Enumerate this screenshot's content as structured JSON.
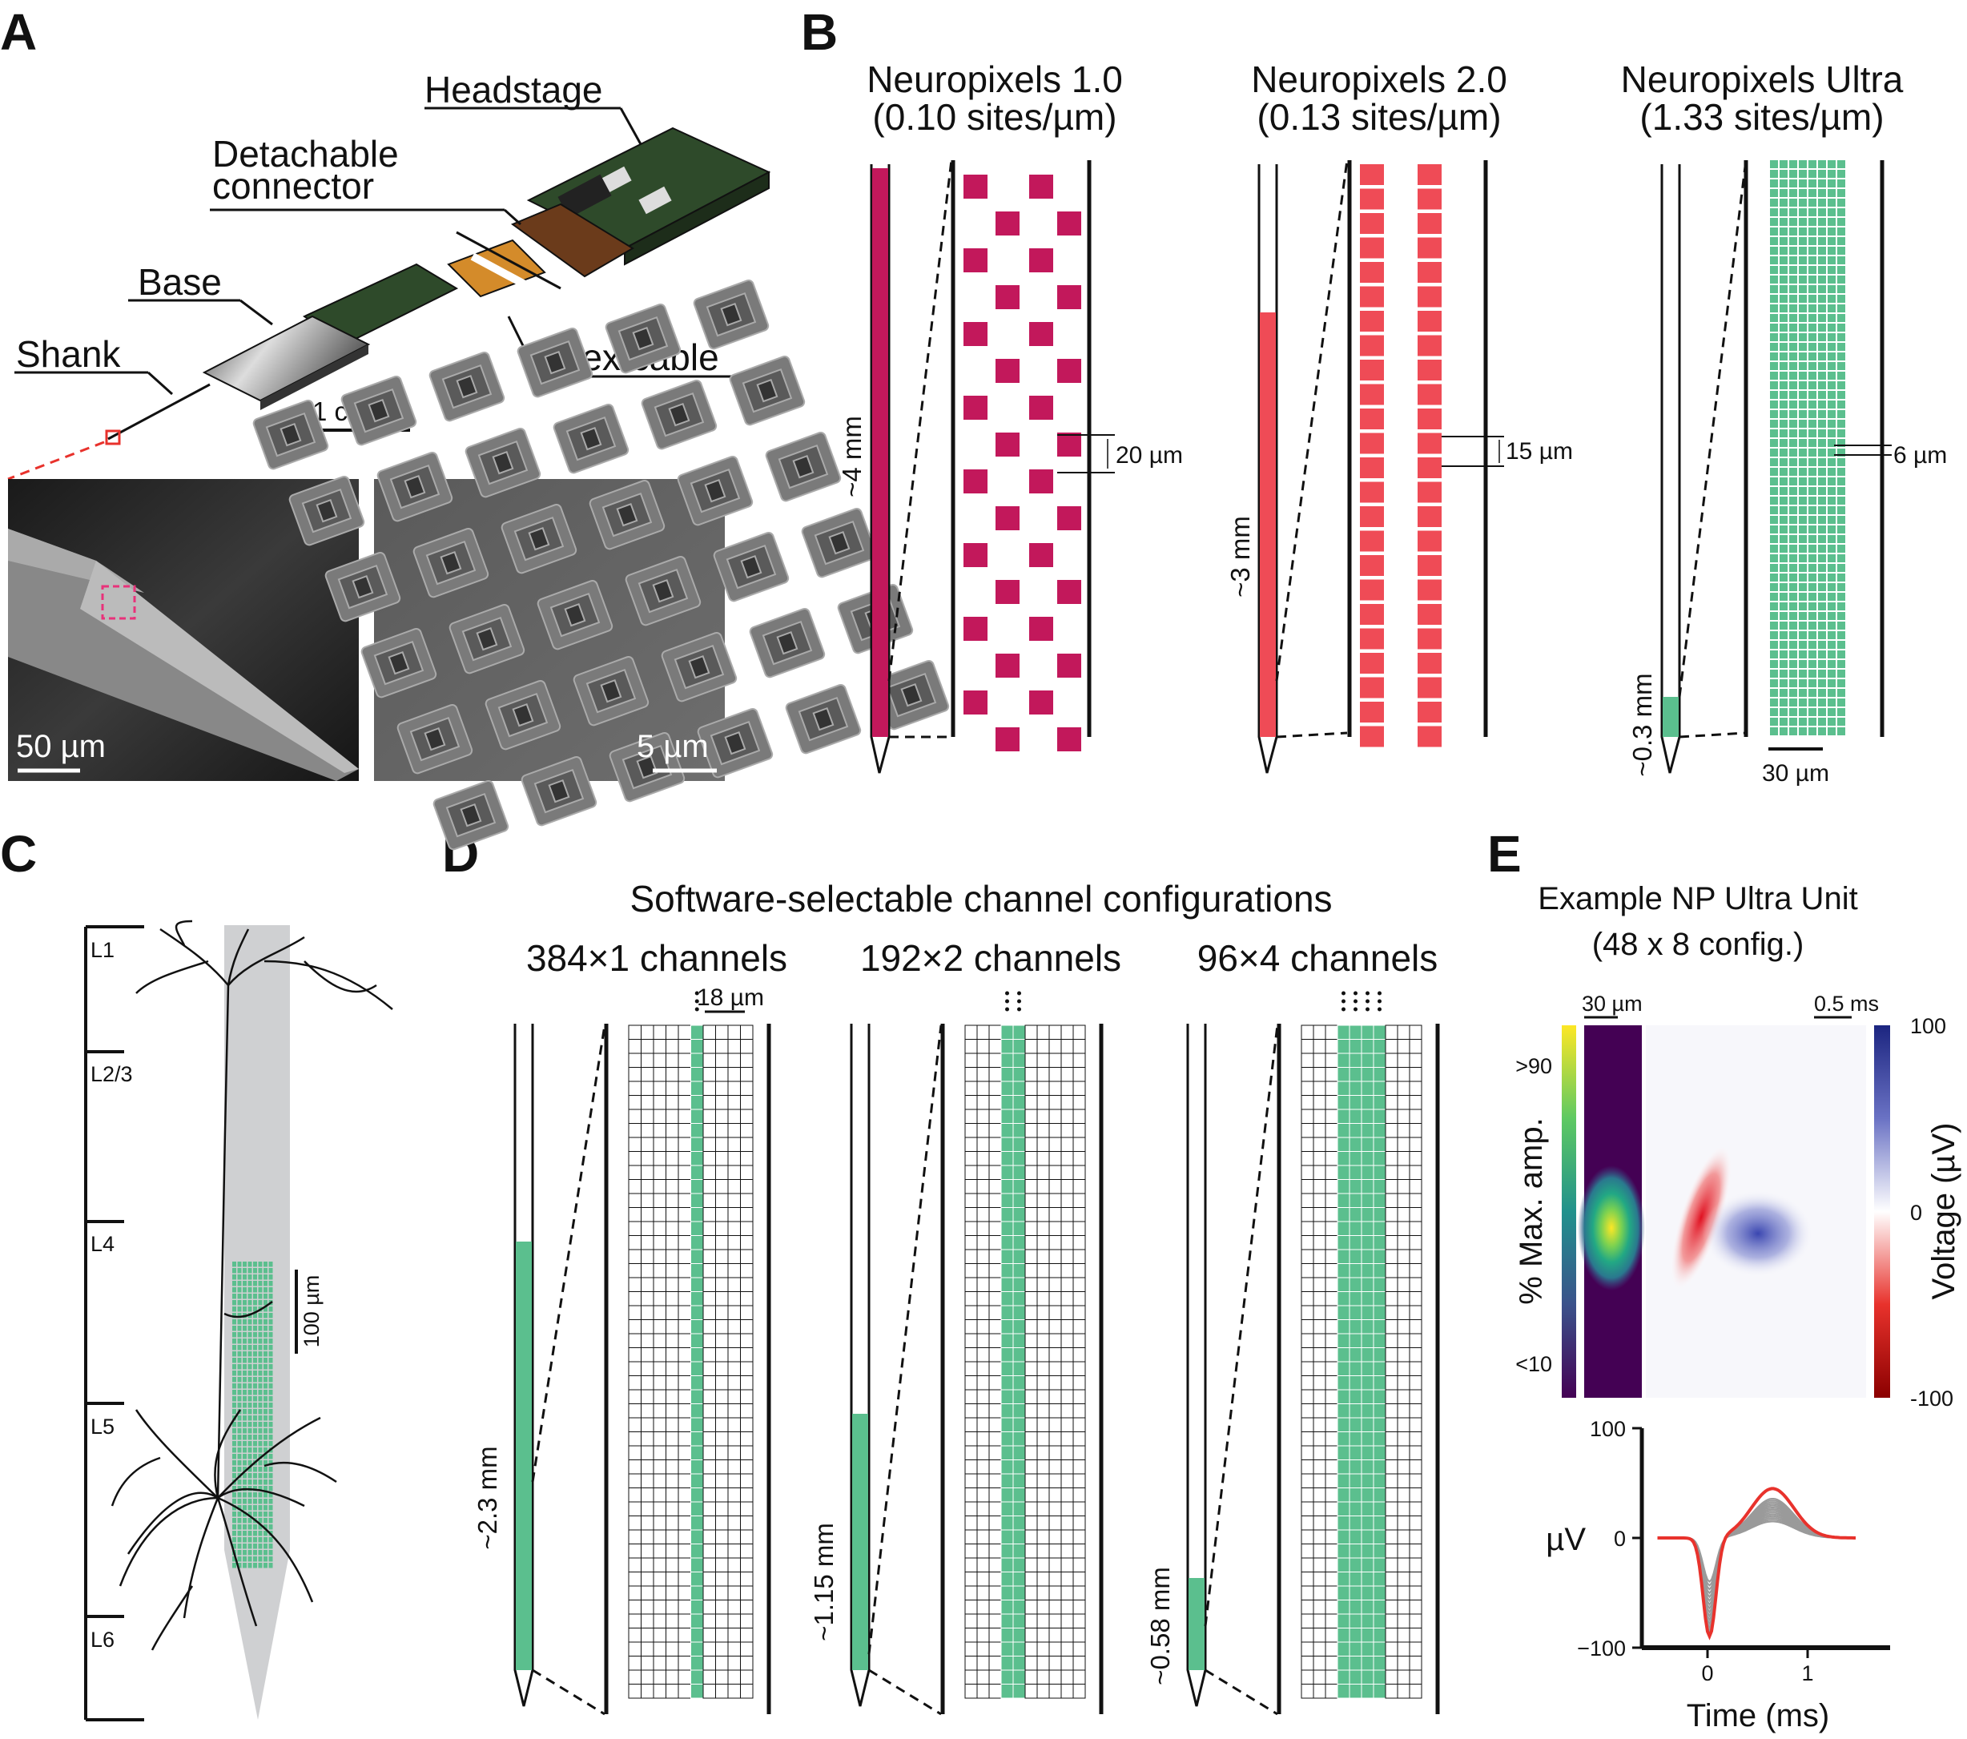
{
  "panels": {
    "A": "A",
    "B": "B",
    "C": "C",
    "D": "D",
    "E": "E"
  },
  "panel_a": {
    "headstage": "Headstage",
    "detachable_line1": "Detachable",
    "detachable_line2": "connector",
    "base": "Base",
    "shank": "Shank",
    "flex_cable": "Flex cable",
    "scale_1cm": "1 cm",
    "scale_50um": "50 µm",
    "scale_5um": "5 µm"
  },
  "panel_b": {
    "probes": [
      {
        "name": "Neuropixels 1.0",
        "density": "(0.10 sites/µm)",
        "length": "~4 mm",
        "pitch": "20 µm",
        "color": "#c2185b"
      },
      {
        "name": "Neuropixels 2.0",
        "density": "(0.13 sites/µm)",
        "length": "~3 mm",
        "pitch": "15 µm",
        "color": "#ef4b56"
      },
      {
        "name": "Neuropixels Ultra",
        "density": "(1.33 sites/µm)",
        "length": "~0.3 mm",
        "pitch": "6 µm",
        "color": "#5bbf8e"
      }
    ],
    "width_scale": "30 µm"
  },
  "panel_c": {
    "layers": [
      "L1",
      "L2/3",
      "L4",
      "L5",
      "L6"
    ],
    "scale": "100 µm"
  },
  "panel_d": {
    "title": "Software-selectable channel configurations",
    "configs": [
      {
        "name": "384×1 channels",
        "length": "~2.3 mm"
      },
      {
        "name": "192×2 channels",
        "length": "~1.15 mm"
      },
      {
        "name": "96×4 channels",
        "length": "~0.58 mm"
      }
    ],
    "scale": "18 µm"
  },
  "panel_e": {
    "title1": "Example NP Ultra Unit",
    "title2": "(48 x 8 config.)",
    "scale_space": "30 µm",
    "scale_time": "0.5 ms",
    "amp_label": "% Max. amp.",
    "amp_high": ">90",
    "amp_low": "<10",
    "volt_label": "Voltage (µV)",
    "volt_ticks": [
      "100",
      "0",
      "-100"
    ],
    "wave_y_label": "µV",
    "wave_y_ticks": [
      "100",
      "0",
      "−100"
    ],
    "wave_x_ticks": [
      "0",
      "1"
    ],
    "wave_x_label": "Time (ms)"
  },
  "colors": {
    "np1": "#c2185b",
    "np2": "#ef4b56",
    "ultra": "#5bbf8e",
    "scalebar_red": "#e8322c"
  }
}
